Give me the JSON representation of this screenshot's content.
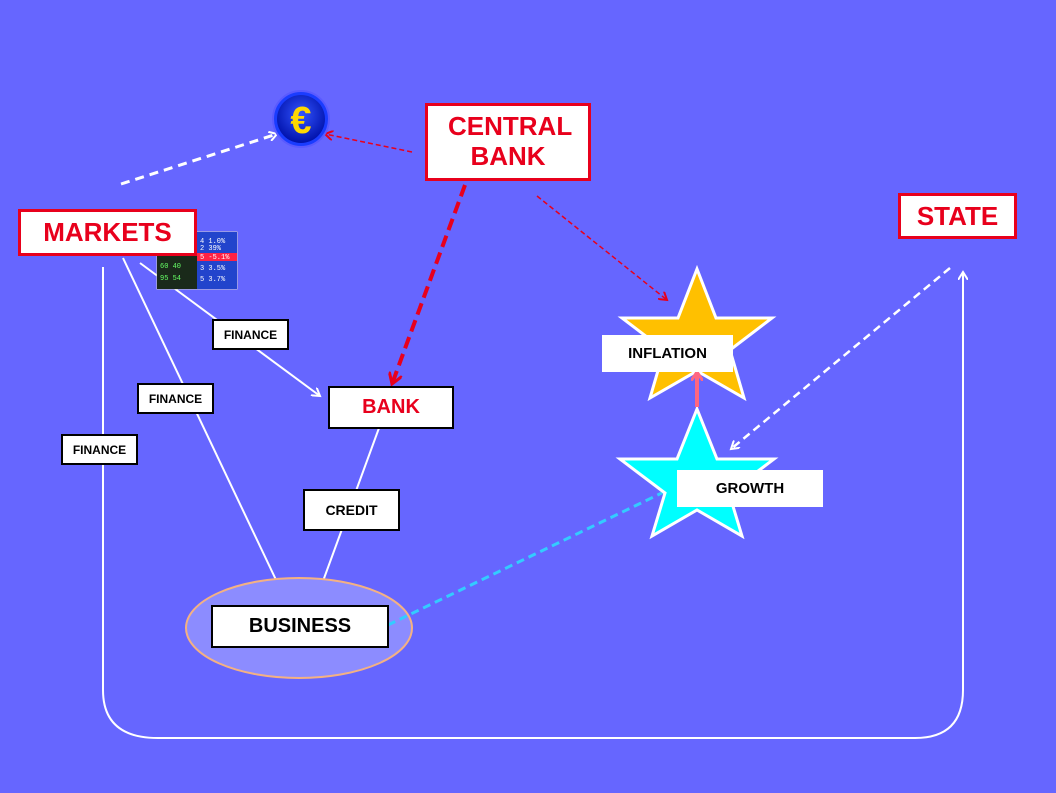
{
  "nodes": {
    "central_bank": "CENTRAL BANK",
    "markets": "MARKETS",
    "state": "STATE",
    "bank": "BANK",
    "business": "BUSINESS",
    "inflation": "INFLATION",
    "growth": "GROWTH",
    "credit": "CREDIT"
  },
  "edge_labels": {
    "markets_to_bank": "FINANCE",
    "markets_to_business": "FINANCE",
    "markets_loop": "FINANCE"
  },
  "euro_symbol": "€",
  "colors": {
    "background": "#6666ff",
    "red": "#e8001c",
    "gold": "#ffc000",
    "cyan": "#00ffff",
    "ellipse_fill": "#8c8cff",
    "ellipse_stroke": "#f4b183"
  },
  "icons": [
    "euro-coin-icon",
    "stock-ticker-image"
  ]
}
